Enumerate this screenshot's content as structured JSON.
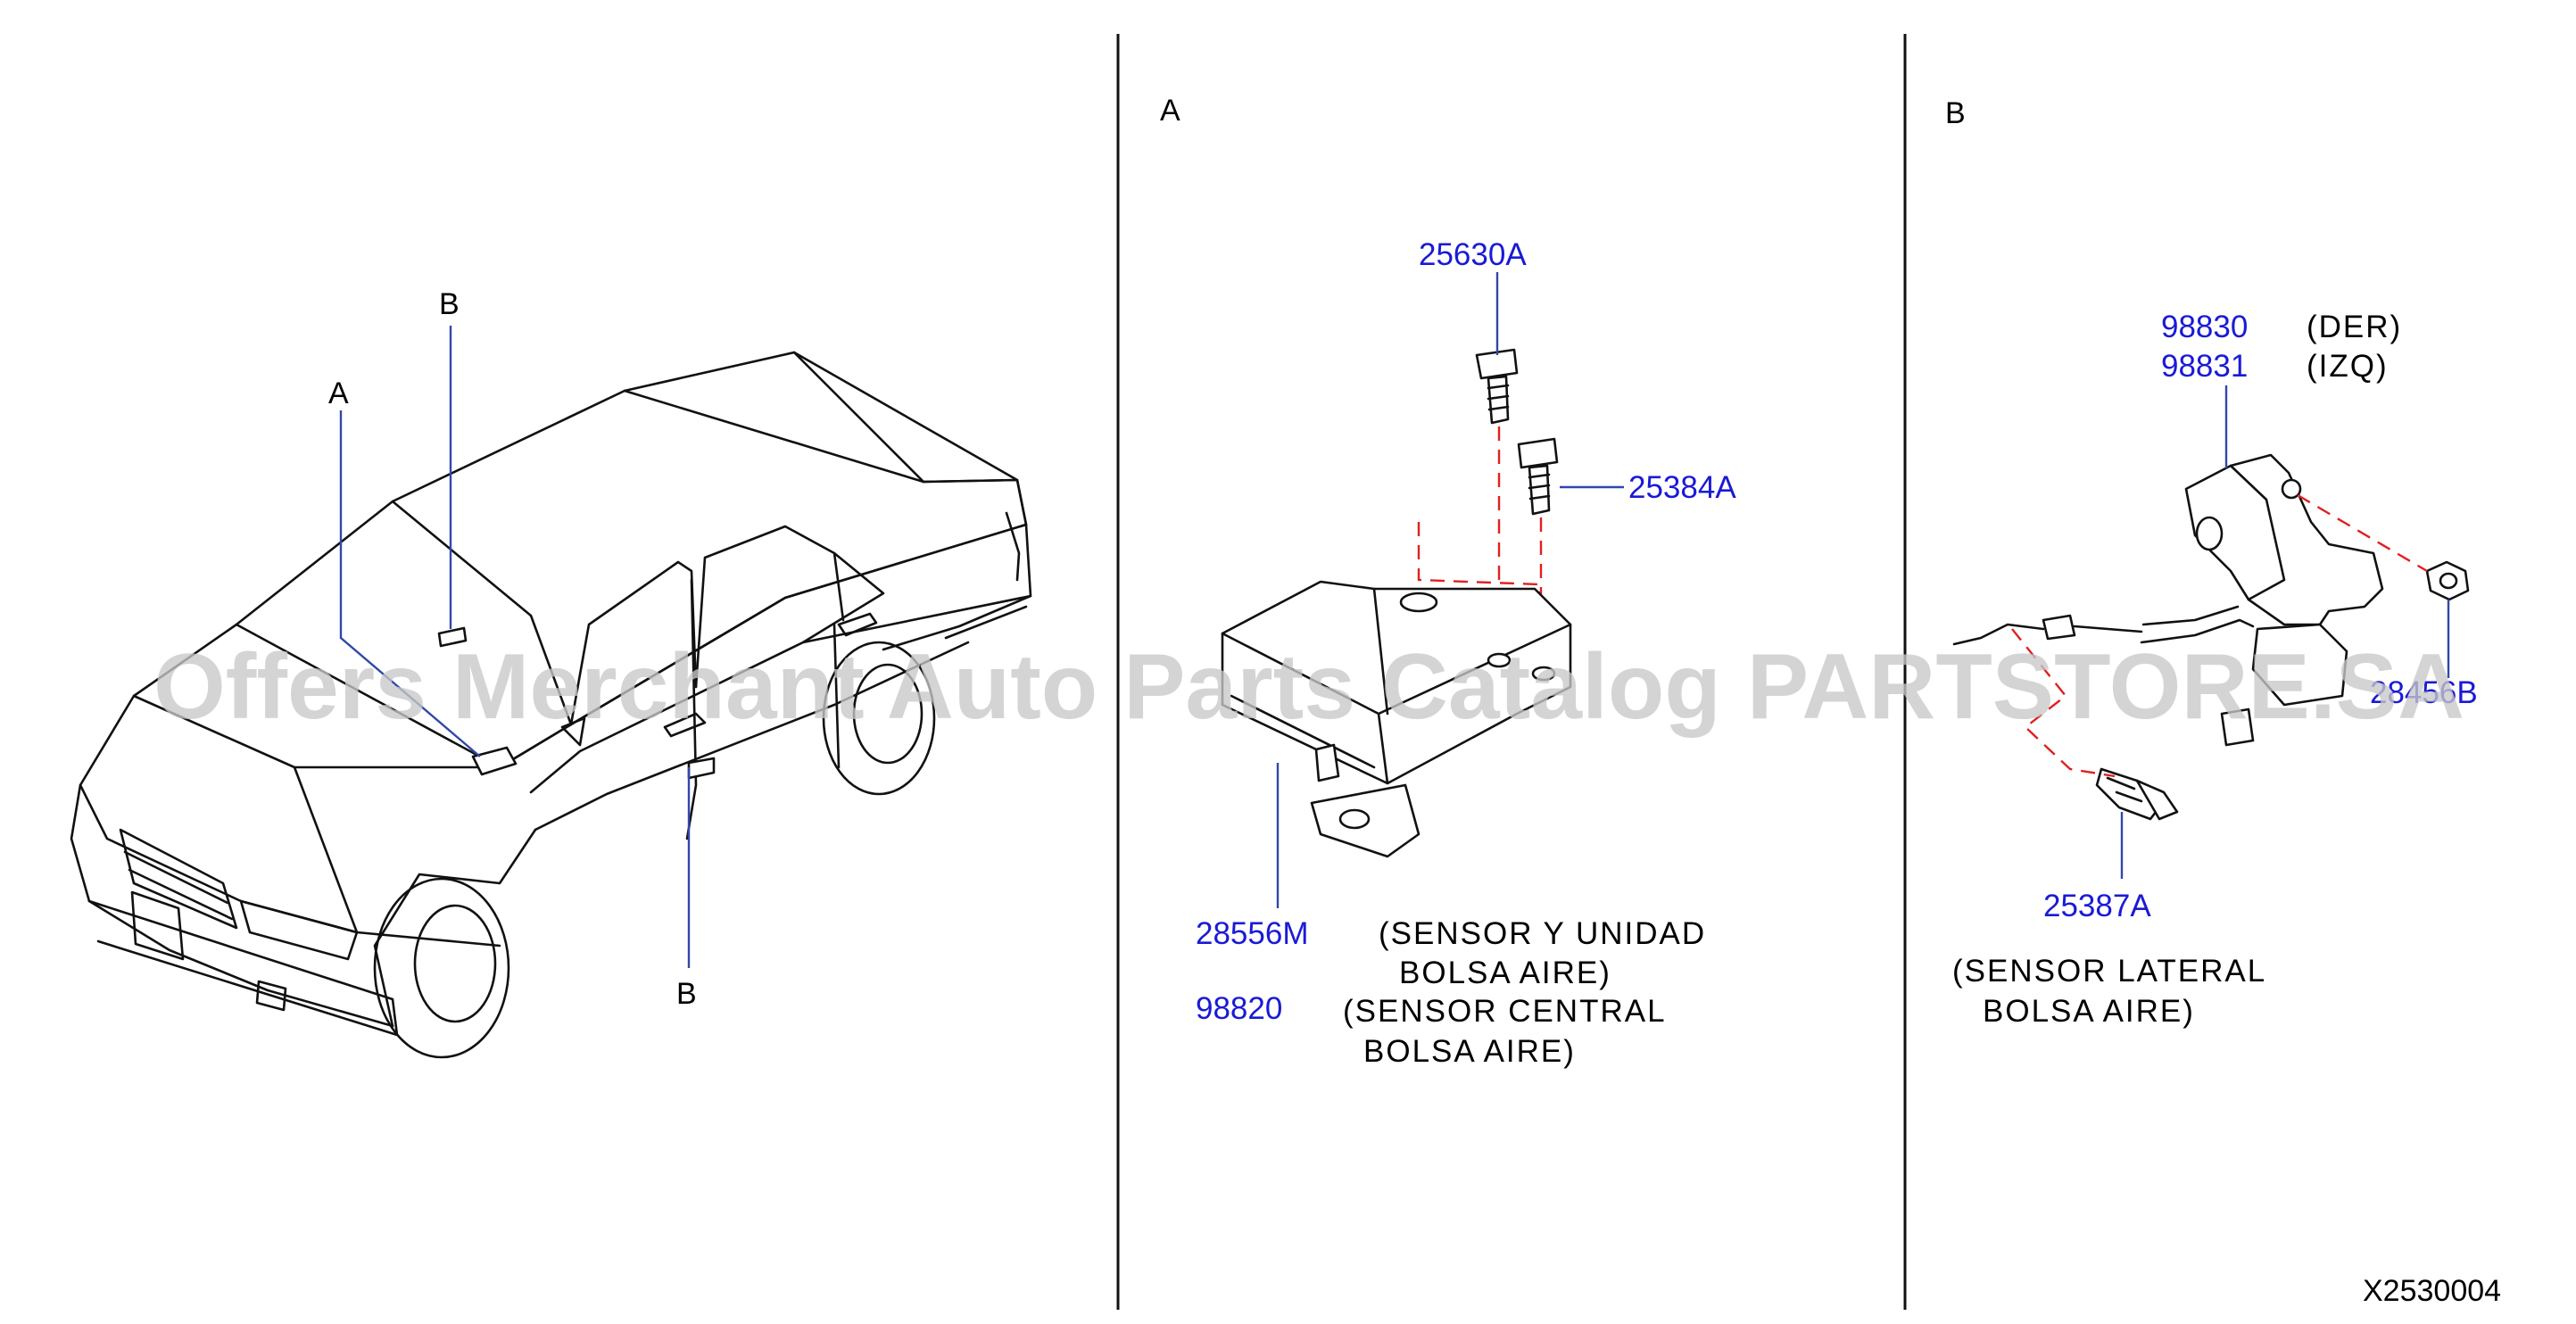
{
  "sections": {
    "car_view": {
      "callout_a": "A",
      "callout_b_top": "B",
      "callout_b_bottom": "B"
    },
    "detail_a": {
      "heading": "A",
      "parts": {
        "bolt_top": "25630A",
        "bolt_side": "25384A",
        "sensor_unit": "28556M",
        "sensor_central": "98820"
      },
      "descriptions": {
        "unit_line1": "(SENSOR  Y  UNIDAD",
        "unit_line2": "BOLSA  AIRE)",
        "central_line1": "(SENSOR  CENTRAL",
        "central_line2": "BOLSA  AIRE)"
      }
    },
    "detail_b": {
      "heading": "B",
      "parts": {
        "sensor_right": "98830",
        "sensor_left": "98831",
        "nut": "28456B",
        "bolt": "25387A"
      },
      "side_labels": {
        "right": "(DER)",
        "left": "(IZQ)"
      },
      "descriptions": {
        "lateral_line1": "(SENSOR  LATERAL",
        "lateral_line2": "BOLSA  AIRE)"
      }
    }
  },
  "diagram_code": "X2530004",
  "watermark": "Offers Merchant Auto Parts Catalog PARTSTORE.SA",
  "colors": {
    "part_number": "#1a1ad6",
    "leader": "#3048a8",
    "dashed_line": "#e02020"
  }
}
